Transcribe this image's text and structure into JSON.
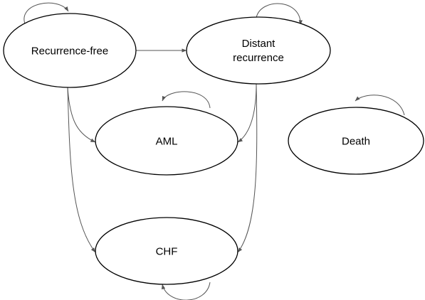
{
  "diagram": {
    "type": "state-transition",
    "states": [
      {
        "id": "recurrence-free",
        "lines": [
          "Recurrence-free"
        ],
        "self_loop": true
      },
      {
        "id": "distant-recurrence",
        "lines": [
          "Distant",
          "recurrence"
        ],
        "self_loop": true
      },
      {
        "id": "aml",
        "lines": [
          "AML"
        ],
        "self_loop": true
      },
      {
        "id": "death",
        "lines": [
          "Death"
        ],
        "self_loop": true
      },
      {
        "id": "chf",
        "lines": [
          "CHF"
        ],
        "self_loop": true
      }
    ],
    "transitions": [
      {
        "from": "recurrence-free",
        "to": "distant-recurrence"
      },
      {
        "from": "recurrence-free",
        "to": "aml"
      },
      {
        "from": "recurrence-free",
        "to": "chf"
      },
      {
        "from": "distant-recurrence",
        "to": "aml"
      },
      {
        "from": "distant-recurrence",
        "to": "chf"
      }
    ]
  }
}
